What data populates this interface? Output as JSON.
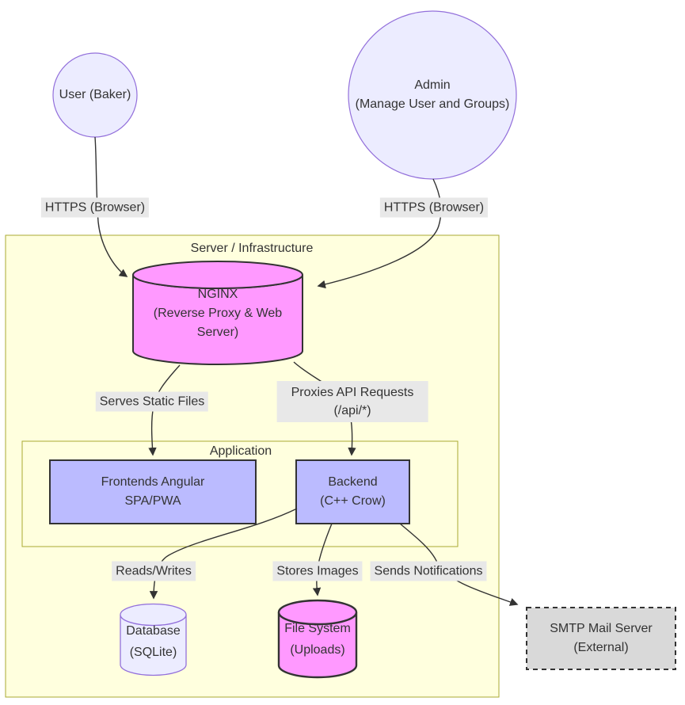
{
  "diagram_type": "architecture-flowchart",
  "colors": {
    "actor_fill": "#ececff",
    "actor_border": "#9370db",
    "pink_fill": "#ff99ff",
    "app_node_fill": "#bbbbff",
    "node_border": "#333333",
    "container_fill": "#ffffde",
    "container_border": "#aaaa33",
    "edge_label_bg": "#e8e8e8",
    "external_fill": "#d9d9d9",
    "edge_color": "#333333",
    "text_color": "#333333"
  },
  "containers": {
    "server": {
      "label": "Server / Infrastructure"
    },
    "application": {
      "label": "Application"
    }
  },
  "nodes": {
    "user": {
      "label": "User (Baker)",
      "shape": "circle"
    },
    "admin": {
      "label": "Admin\n(Manage User and Groups)",
      "shape": "circle"
    },
    "nginx": {
      "label": "NGINX\n(Reverse Proxy & Web\nServer)",
      "shape": "cylinder"
    },
    "frontend": {
      "label": "Frontends Angular\nSPA/PWA",
      "shape": "rect"
    },
    "backend": {
      "label": "Backend\n(C++ Crow)",
      "shape": "rect"
    },
    "database": {
      "label": "Database\n(SQLite)",
      "shape": "cylinder"
    },
    "filesystem": {
      "label": "File System\n(Uploads)",
      "shape": "cylinder"
    },
    "smtp": {
      "label": "SMTP Mail Server\n(External)",
      "shape": "dashed-rect"
    }
  },
  "edges": {
    "user_nginx": {
      "label": "HTTPS (Browser)",
      "from": "user",
      "to": "nginx"
    },
    "admin_nginx": {
      "label": "HTTPS (Browser)",
      "from": "admin",
      "to": "nginx"
    },
    "nginx_frontend": {
      "label": "Serves Static Files",
      "from": "nginx",
      "to": "frontend"
    },
    "nginx_backend": {
      "label": "Proxies API Requests\n(/api/*)",
      "from": "nginx",
      "to": "backend"
    },
    "backend_database": {
      "label": "Reads/Writes",
      "from": "backend",
      "to": "database"
    },
    "backend_filesystem": {
      "label": "Stores Images",
      "from": "backend",
      "to": "filesystem"
    },
    "backend_smtp": {
      "label": "Sends Notifications",
      "from": "backend",
      "to": "smtp"
    }
  }
}
